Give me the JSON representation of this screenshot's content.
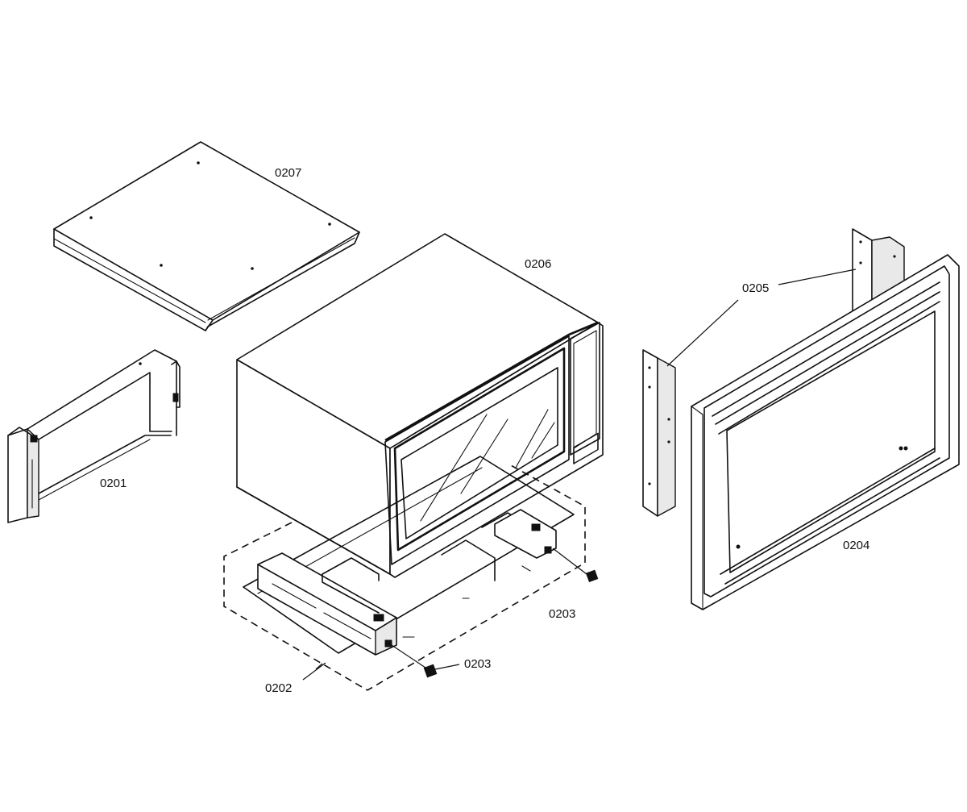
{
  "diagram": {
    "callouts": {
      "c0201": "0201",
      "c0202": "0202",
      "c0203a": "0203",
      "c0203b": "0203",
      "c0204": "0204",
      "c0205": "0205",
      "c0206": "0206",
      "c0207": "0207"
    },
    "line_color": "#111111",
    "background_color": "#ffffff"
  }
}
